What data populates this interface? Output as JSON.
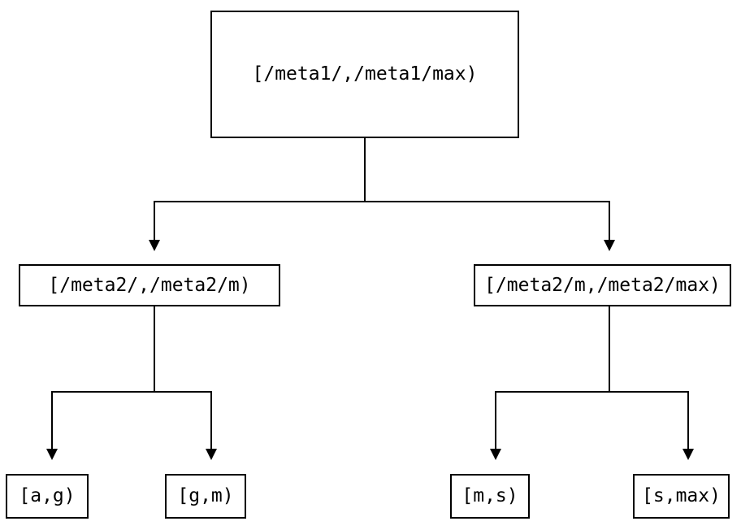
{
  "diagram": {
    "type": "tree",
    "background_color": "#ffffff",
    "line_color": "#000000",
    "box_fill": "#ffffff",
    "nodes": {
      "root": {
        "label": "[/meta1/,/meta1/max)"
      },
      "left": {
        "label": "[/meta2/,/meta2/m)"
      },
      "right": {
        "label": "[/meta2/m,/meta2/max)"
      },
      "leaf_ag": {
        "label": "[a,g)"
      },
      "leaf_gm": {
        "label": "[g,m)"
      },
      "leaf_ms": {
        "label": "[m,s)"
      },
      "leaf_smax": {
        "label": "[s,max)"
      }
    },
    "edges": [
      {
        "from": "root",
        "to": "left"
      },
      {
        "from": "root",
        "to": "right"
      },
      {
        "from": "left",
        "to": "leaf_ag"
      },
      {
        "from": "left",
        "to": "leaf_gm"
      },
      {
        "from": "right",
        "to": "leaf_ms"
      },
      {
        "from": "right",
        "to": "leaf_smax"
      }
    ]
  }
}
